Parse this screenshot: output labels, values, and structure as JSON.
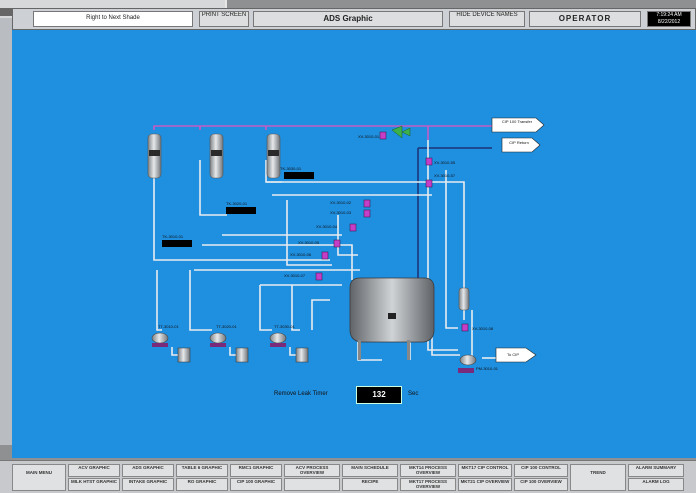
{
  "header": {
    "left_input": "Right to Next Shade",
    "print_label": "PRINT SCREEN",
    "title": "ADS Graphic",
    "hide_names_label": "HIDE DEVICE NAMES",
    "role": "OPERATOR",
    "clock": "7:19:24 AM 8/22/2012"
  },
  "timer": {
    "label": "Remove Leak Timer",
    "value": "132",
    "unit": "Sec"
  },
  "outlets": {
    "cip_return": "CIP 100 Transfer",
    "cip_supply": "CIP Return",
    "to_line": "To CIP"
  },
  "tank_labels": {
    "t1": "TK-3010-01",
    "t2": "TK-3020-01",
    "t3": "TK-3030-01"
  },
  "device_labels": {
    "d1": "TK-3010-01",
    "d2": "TK-3020-01",
    "d3": "TK-3030-01",
    "v_top": "XV-3010-01",
    "v_right1": "XV-3010-55",
    "v_right2": "XV-3010-57",
    "v_mid1": "XV-3010-02",
    "v_mid2": "XV-3010-03",
    "v_mid3": "XV-3010-04",
    "v_mid4": "XV-3010-05",
    "v_mid5": "XV-3010-06",
    "v_low": "XV-3010-07",
    "pump": "PM-3010-01",
    "lower_valve": "XV-3010-08",
    "b1": "TT-3010-01",
    "b2": "TT-3020-01",
    "b3": "TT-3030-01"
  },
  "bottom_nav": {
    "main_menu": "MAIN MENU",
    "row1": [
      "ACV GRAPHIC",
      "ADS GRAPHIC",
      "TABLE 6 GRAPHIC",
      "RMC1 GRAPHIC",
      "ACV PROCESS OVERVIEW",
      "MAIN SCHEDULE",
      "MKT14 PROCESS OVERVIEW",
      "MKT17 CIP CONTROL",
      "CIP 100 CONTROL",
      "TREND",
      "ALARM SUMMARY"
    ],
    "row2": [
      "MILK HTST GRAPHIC",
      "INTAKE GRAPHIC",
      "RO GRAPHIC",
      "CIP 100 GRAPHIC",
      "",
      "RECIPE",
      "MKT17 PROCESS OVERVIEW",
      "MKT21 CIP OVERVIEW",
      "CIP 100 OVERVIEW",
      "",
      "ALARM LOG"
    ]
  },
  "colors": {
    "screen_bg": "#1f8fe0",
    "pipe": "#e8ecef",
    "pipe_magenta": "#c45dc6",
    "pipe_dark": "#1c3f86",
    "valve": "#c43ec7"
  }
}
